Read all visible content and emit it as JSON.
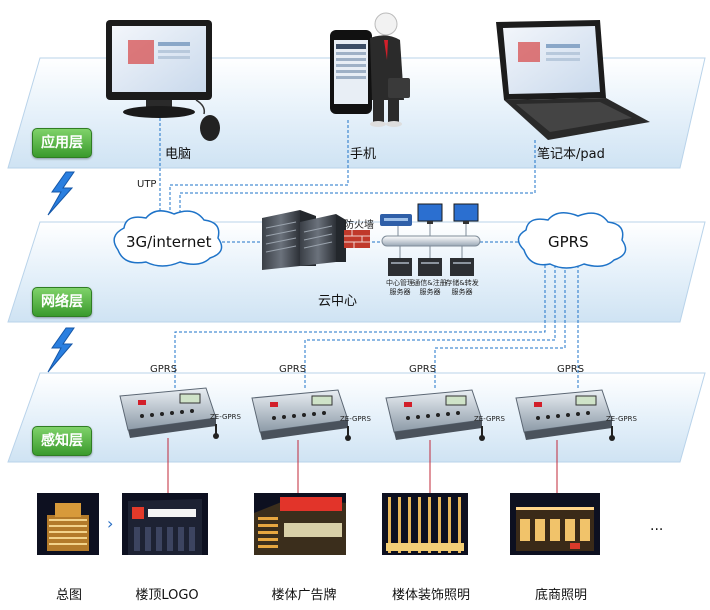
{
  "layers": {
    "application": "应用层",
    "network": "网络层",
    "perception": "感知层"
  },
  "app_devices": {
    "pc": "电脑",
    "phone": "手机",
    "laptop": "笔记本/pad"
  },
  "network": {
    "utp": "UTP",
    "internet_cloud": "3G/internet",
    "firewall": "防火墙",
    "cloud_center": "云中心",
    "gprs_cloud": "GPRS",
    "servers": [
      {
        "line1": "中心管理",
        "line2": "服务器"
      },
      {
        "line1": "通信&注册",
        "line2": "服务器"
      },
      {
        "line1": "存储&转发",
        "line2": "服务器"
      }
    ]
  },
  "controllers": [
    {
      "link": "GPRS",
      "model": "ZE-GPRS"
    },
    {
      "link": "GPRS",
      "model": "ZE-GPRS"
    },
    {
      "link": "GPRS",
      "model": "ZE-GPRS"
    },
    {
      "link": "GPRS",
      "model": "ZE-GPRS"
    }
  ],
  "photos": {
    "items": [
      {
        "caption": "总图"
      },
      {
        "caption": "楼顶LOGO"
      },
      {
        "caption": "楼体广告牌"
      },
      {
        "caption": "楼体装饰照明"
      },
      {
        "caption": "底商照明"
      }
    ],
    "arrow": "›",
    "more": "..."
  },
  "colors": {
    "layer_label": "#3a9a2c",
    "dashed_link": "#1e73c8",
    "red_link": "#c0283a",
    "lightning": "#2a7fe0",
    "plane": "#dcecf8"
  }
}
